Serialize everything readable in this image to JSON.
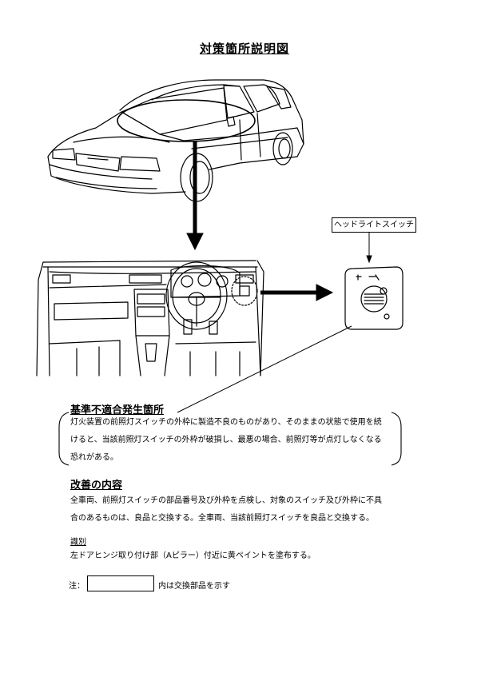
{
  "title": "対策箇所説明図",
  "callout": {
    "label": "ヘッドライトスイッチ"
  },
  "sections": {
    "defect": {
      "heading": "基準不適合発生箇所",
      "lines": [
        "灯火装置の前照灯スイッチの外枠に製造不良のものがあり、そのままの状態で使用を続",
        "けると、当該前照灯スイッチの外枠が破損し、最悪の場合、前照灯等が点灯しなくなる",
        "恐れがある。"
      ]
    },
    "remedy": {
      "heading": "改善の内容",
      "lines": [
        "全車両、前照灯スイッチの部品番号及び外枠を点検し、対象のスイッチ及び外枠に不具",
        "合のあるものは、良品と交換する。全車両、当該前照灯スイッチを良品と交換する。"
      ]
    },
    "identification": {
      "label": "識別",
      "text": "左ドアヒンジ取り付け部（Aピラー）付近に黄ペイントを塗布する。"
    },
    "note": {
      "label": "注：",
      "text": "内は交換部品を示す"
    }
  },
  "colors": {
    "ink": "#000000",
    "paper": "#ffffff"
  }
}
